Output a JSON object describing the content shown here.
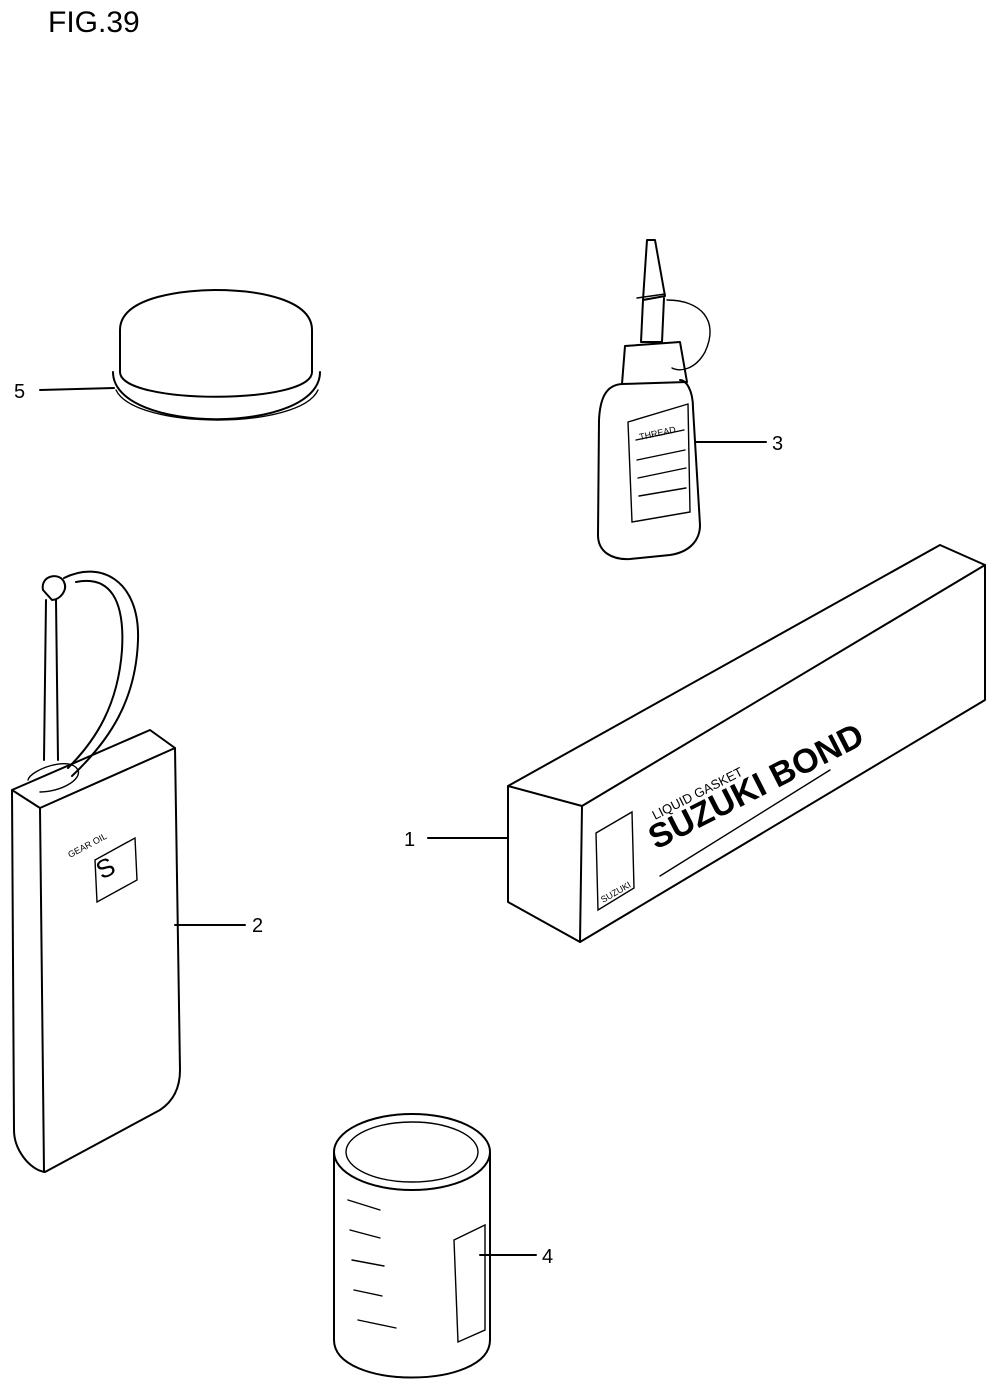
{
  "figure": {
    "title": "FIG.39"
  },
  "parts": [
    {
      "ref": "1",
      "label_lines": [
        "LIQUID GASKET",
        "SUZUKI BOND"
      ],
      "logo_text": "SUZUKI"
    },
    {
      "ref": "2"
    },
    {
      "ref": "3"
    },
    {
      "ref": "4"
    },
    {
      "ref": "5"
    }
  ]
}
